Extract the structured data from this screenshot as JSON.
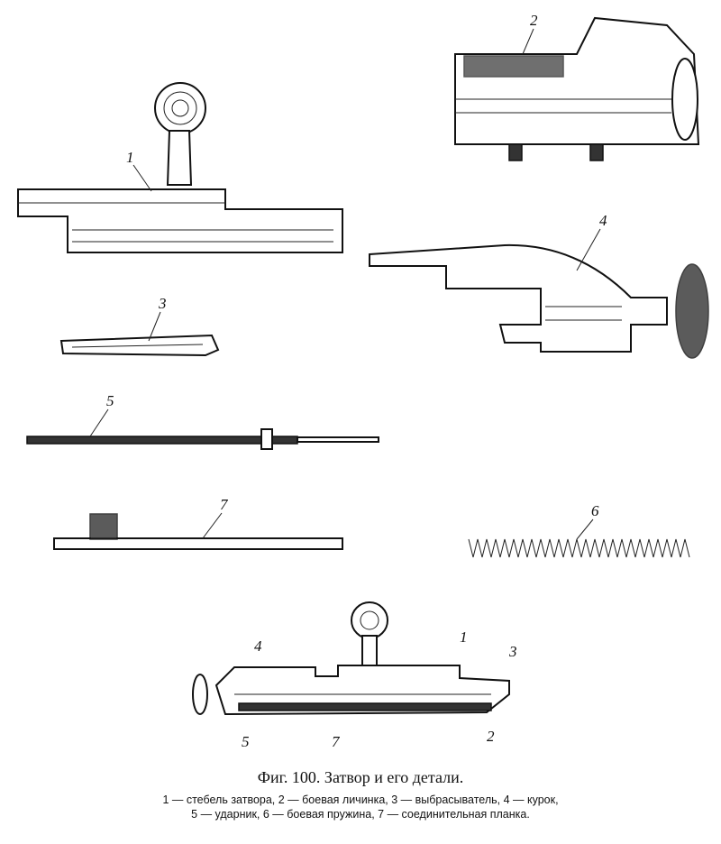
{
  "figure": {
    "part_labels": {
      "bolt_stem": "1",
      "bolt_head": "2",
      "extractor": "3",
      "cocking_piece": "4",
      "firing_pin": "5",
      "mainspring": "6",
      "connecting_bar": "7"
    },
    "assembly_labels": [
      "4",
      "1",
      "3",
      "5",
      "7",
      "2"
    ]
  },
  "caption": {
    "title": "Фиг. 100. Затвор и его детали.",
    "line1": "1 — стебель затвора, 2 — боевая личинка, 3 — выбрасыватель, 4 — курок,",
    "line2": "5 — ударник, 6 — боевая пружина, 7 — соединительная планка."
  }
}
